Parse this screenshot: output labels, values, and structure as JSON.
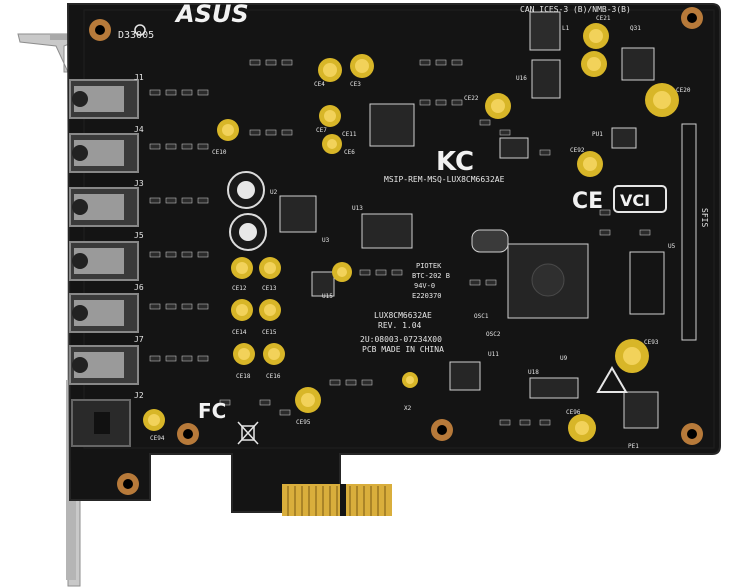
{
  "image": {
    "subject": "sound card printed circuit board",
    "background": "#ffffff",
    "colors": {
      "pcb": "#141414",
      "pcb_edge": "#222222",
      "gold": "#d9ae3c",
      "bracket": "#c9c9c9",
      "capacitor_yellow": "#d8b628",
      "capacitor_black": "#1a1a1a",
      "silkscreen": "#e6e6e6",
      "mount_ring": "#b77a3a"
    }
  },
  "board_text": {
    "brand": "ASUS",
    "serial": "D33005",
    "cert_line": "CAN ICES-3 (B)/NMB-3(B)",
    "msip": "MSIP-REM-MSQ-LUX8CM6632AE",
    "ce_mark": "CE",
    "vcci_mark": "VCI",
    "fc_mark": "FC",
    "kc_mark": "KC",
    "model_name": "LUX8CM6632AE",
    "revision": "REV. 1.04",
    "part_number": "2U:08003-07234X00",
    "made_in": "PCB MADE IN CHINA",
    "piotek_lines": [
      "PIOTEK",
      "BTC-202 B",
      "94V-0",
      "E220370"
    ],
    "side_label": "SFIS"
  },
  "jacks": [
    {
      "label": "J1"
    },
    {
      "label": "J4"
    },
    {
      "label": "J3"
    },
    {
      "label": "J5"
    },
    {
      "label": "J6"
    },
    {
      "label": "J7"
    },
    {
      "label": "J2"
    }
  ],
  "components": {
    "chip_labels": [
      "U2",
      "U3",
      "U5",
      "U9",
      "U11",
      "U13",
      "U15",
      "U16",
      "U18"
    ],
    "capacitor_labels": [
      "CE4",
      "CE3",
      "CE7",
      "CE11",
      "CE6",
      "CE10",
      "CE12",
      "CE13",
      "CE14",
      "CE15",
      "CE18",
      "CE16",
      "CE94",
      "CE95",
      "CE21",
      "CE22",
      "CE20",
      "CE92",
      "CE93",
      "CE96"
    ],
    "other_labels": [
      "X2",
      "PU1",
      "L1",
      "Q31",
      "OSC1",
      "OSC2",
      "PE1"
    ]
  }
}
